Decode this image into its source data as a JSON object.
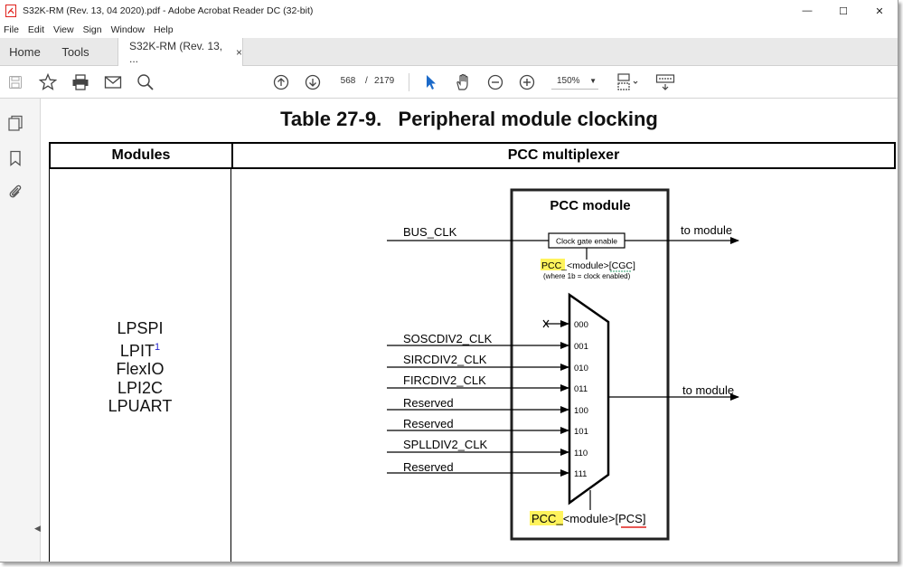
{
  "window": {
    "title": "S32K-RM (Rev. 13, 04 2020).pdf - Adobe Acrobat Reader DC (32-bit)",
    "minimize": "—",
    "maximize": "☐",
    "close": "✕"
  },
  "menu": [
    "File",
    "Edit",
    "View",
    "Sign",
    "Window",
    "Help"
  ],
  "tabs": {
    "home": "Home",
    "tools": "Tools",
    "doc": "S32K-RM (Rev. 13, ...",
    "doc_close": "×"
  },
  "toolbar": {
    "page_current": "568",
    "page_sep": "/",
    "page_total": "2179",
    "zoom": "150%"
  },
  "document": {
    "table_title": "Table 27-9.   Peripheral module clocking",
    "col_modules": "Modules",
    "col_pcc": "PCC multiplexer",
    "modules": [
      "LPSPI",
      "LPIT",
      "FlexIO",
      "LPI2C",
      "LPUART"
    ],
    "lpit_footnote": "1"
  },
  "diagram": {
    "module_title": "PCC module",
    "bus_clk": "BUS_CLK",
    "to_module_top": "to module",
    "clock_gate": "Clock gate enable",
    "cgc_prefix": "PCC_",
    "cgc_mid": "<module>[",
    "cgc_field": "CGC",
    "cgc_suffix": "]",
    "cgc_note": "(where 1b = clock enabled)",
    "inputs": [
      "SOSCDIV2_CLK",
      "SIRCDIV2_CLK",
      "FIRCDIV2_CLK",
      "Reserved",
      "Reserved",
      "SPLLDIV2_CLK",
      "Reserved"
    ],
    "selects": [
      "000",
      "001",
      "010",
      "011",
      "100",
      "101",
      "110",
      "111"
    ],
    "to_module_mux": "to module",
    "pcs_prefix": "PCC_",
    "pcs_mid": "<module>[",
    "pcs_field": "PCS",
    "pcs_suffix": "]"
  },
  "colors": {
    "highlight": "#fff35c",
    "acrobat_red": "#e0201b",
    "tab_bg": "#e9e9e9"
  }
}
